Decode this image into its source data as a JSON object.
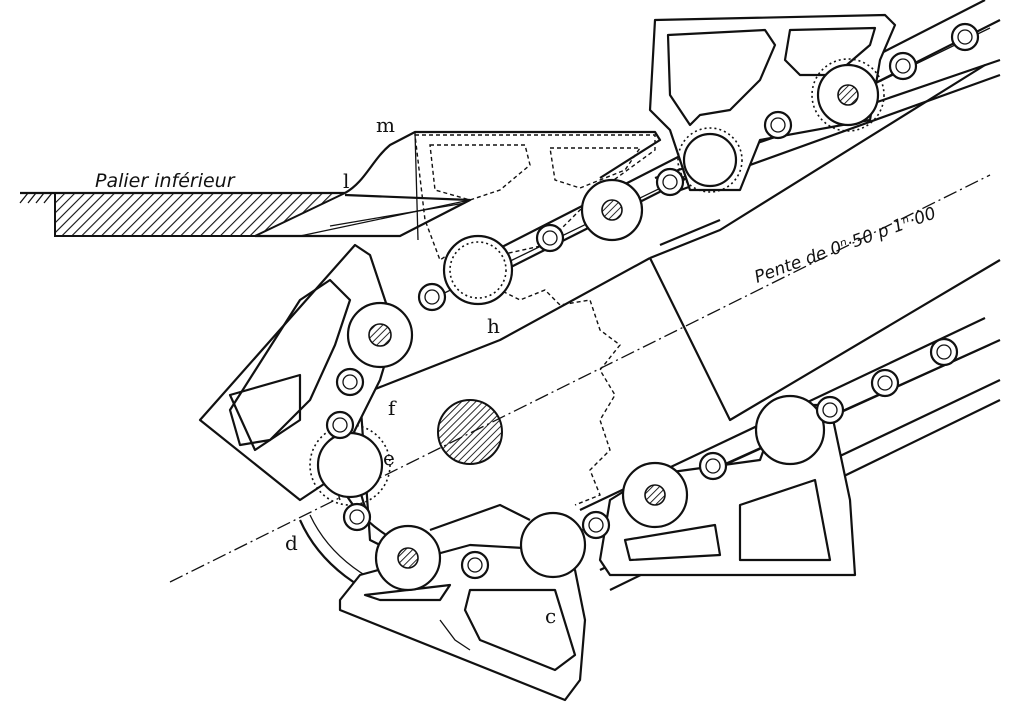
{
  "labels": {
    "palier": "Palier inférieur",
    "pente": "Pente de 0ⁿ·50 p 1ⁿ·00",
    "m": "m",
    "l": "l",
    "h": "h",
    "f": "f",
    "e": "e",
    "d": "d",
    "c": "c"
  },
  "colors": {
    "ink": "#111111",
    "paper": "#ffffff"
  }
}
